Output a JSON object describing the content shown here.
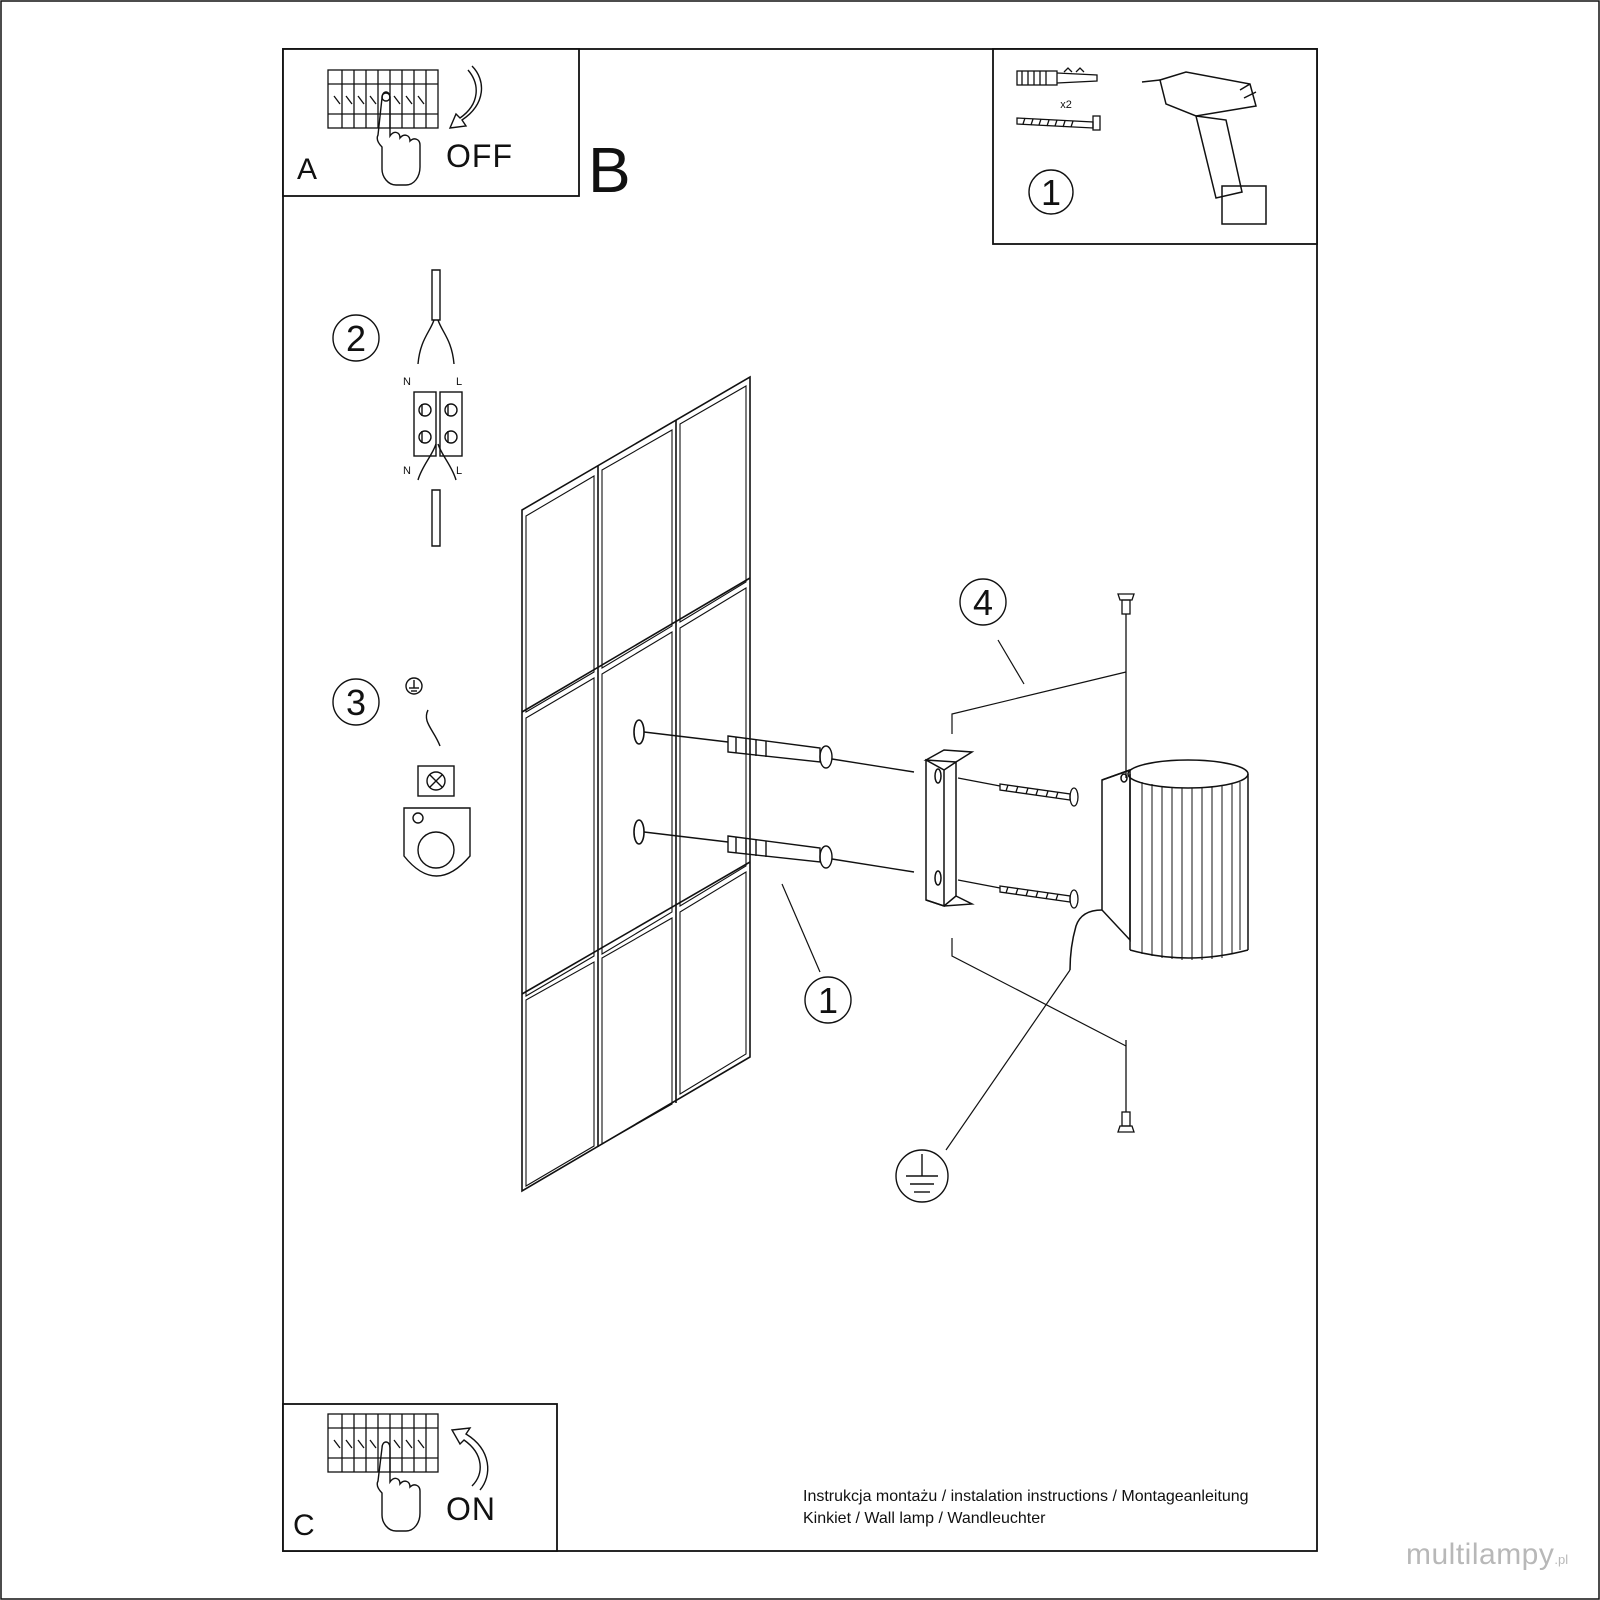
{
  "sheet": {
    "step_a_label": "A",
    "step_a_switch": "OFF",
    "step_b_label": "B",
    "step_c_label": "C",
    "step_c_switch": "ON"
  },
  "tools_panel": {
    "dowel_count": "x2",
    "step_number": "1"
  },
  "callouts": {
    "wiring": "2",
    "earth": "3",
    "dowels": "1",
    "bracket": "4"
  },
  "terminal_labels": {
    "top_left": "N",
    "top_right": "L",
    "bottom_left": "N",
    "bottom_right": "L"
  },
  "caption": {
    "line1": "Instrukcja montażu / instalation instructions / Montageanleitung",
    "line2": "Kinkiet / Wall lamp / Wandleuchter"
  },
  "watermark": {
    "text": "multilampy",
    "suffix": ".pl"
  },
  "colors": {
    "line": "#111111",
    "watermark": "#b8b8b8"
  }
}
